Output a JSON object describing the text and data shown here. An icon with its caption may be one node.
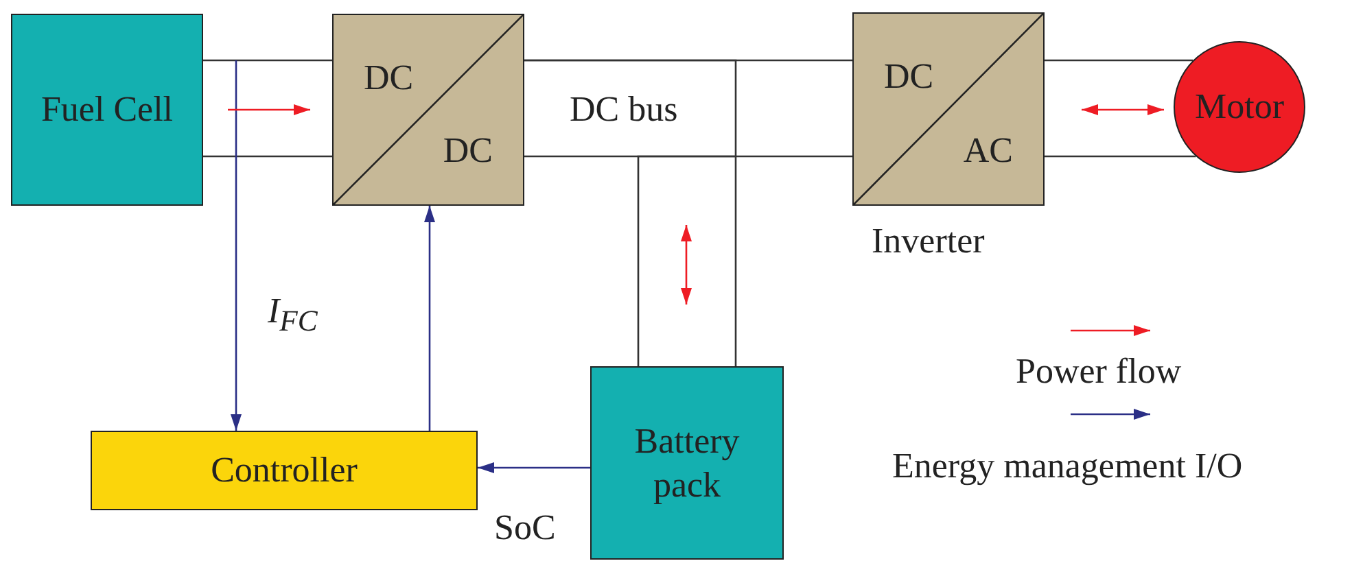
{
  "diagram": {
    "nodes": [
      {
        "text": [
          "Fuel Cell"
        ]
      },
      {
        "text": [
          "DC",
          "DC"
        ]
      },
      {
        "text": [
          "DC",
          "AC"
        ],
        "beside": [
          "Inverter"
        ]
      },
      {
        "text": [
          "Motor"
        ]
      },
      {
        "text": [
          "Controller"
        ]
      },
      {
        "text": [
          "Battery pack"
        ]
      }
    ],
    "edges": [
      {
        "from": 0,
        "to": 1,
        "arrow": "none"
      },
      {
        "from": 1,
        "to": 2,
        "arrow": "none"
      },
      {
        "from": 5,
        "to": 1,
        "arrow": "none"
      },
      {
        "from": 2,
        "to": 3,
        "arrow": "none"
      },
      {
        "from": null,
        "to": 4,
        "arrow": "to",
        "label": "I$_{FC}$",
        "color": "#2b2f86"
      },
      {
        "from": 4,
        "to": 1,
        "arrow": "to",
        "color": "#2b2f86"
      },
      {
        "from": 5,
        "to": 4,
        "arrow": "to",
        "label": "SoC",
        "color": "#2b2f86"
      }
    ],
    "labels": [
      "DC bus"
    ],
    "legend": [
      {
        "text": "Power flow"
      },
      {
        "text": "Energy management I/O"
      }
    ]
  }
}
